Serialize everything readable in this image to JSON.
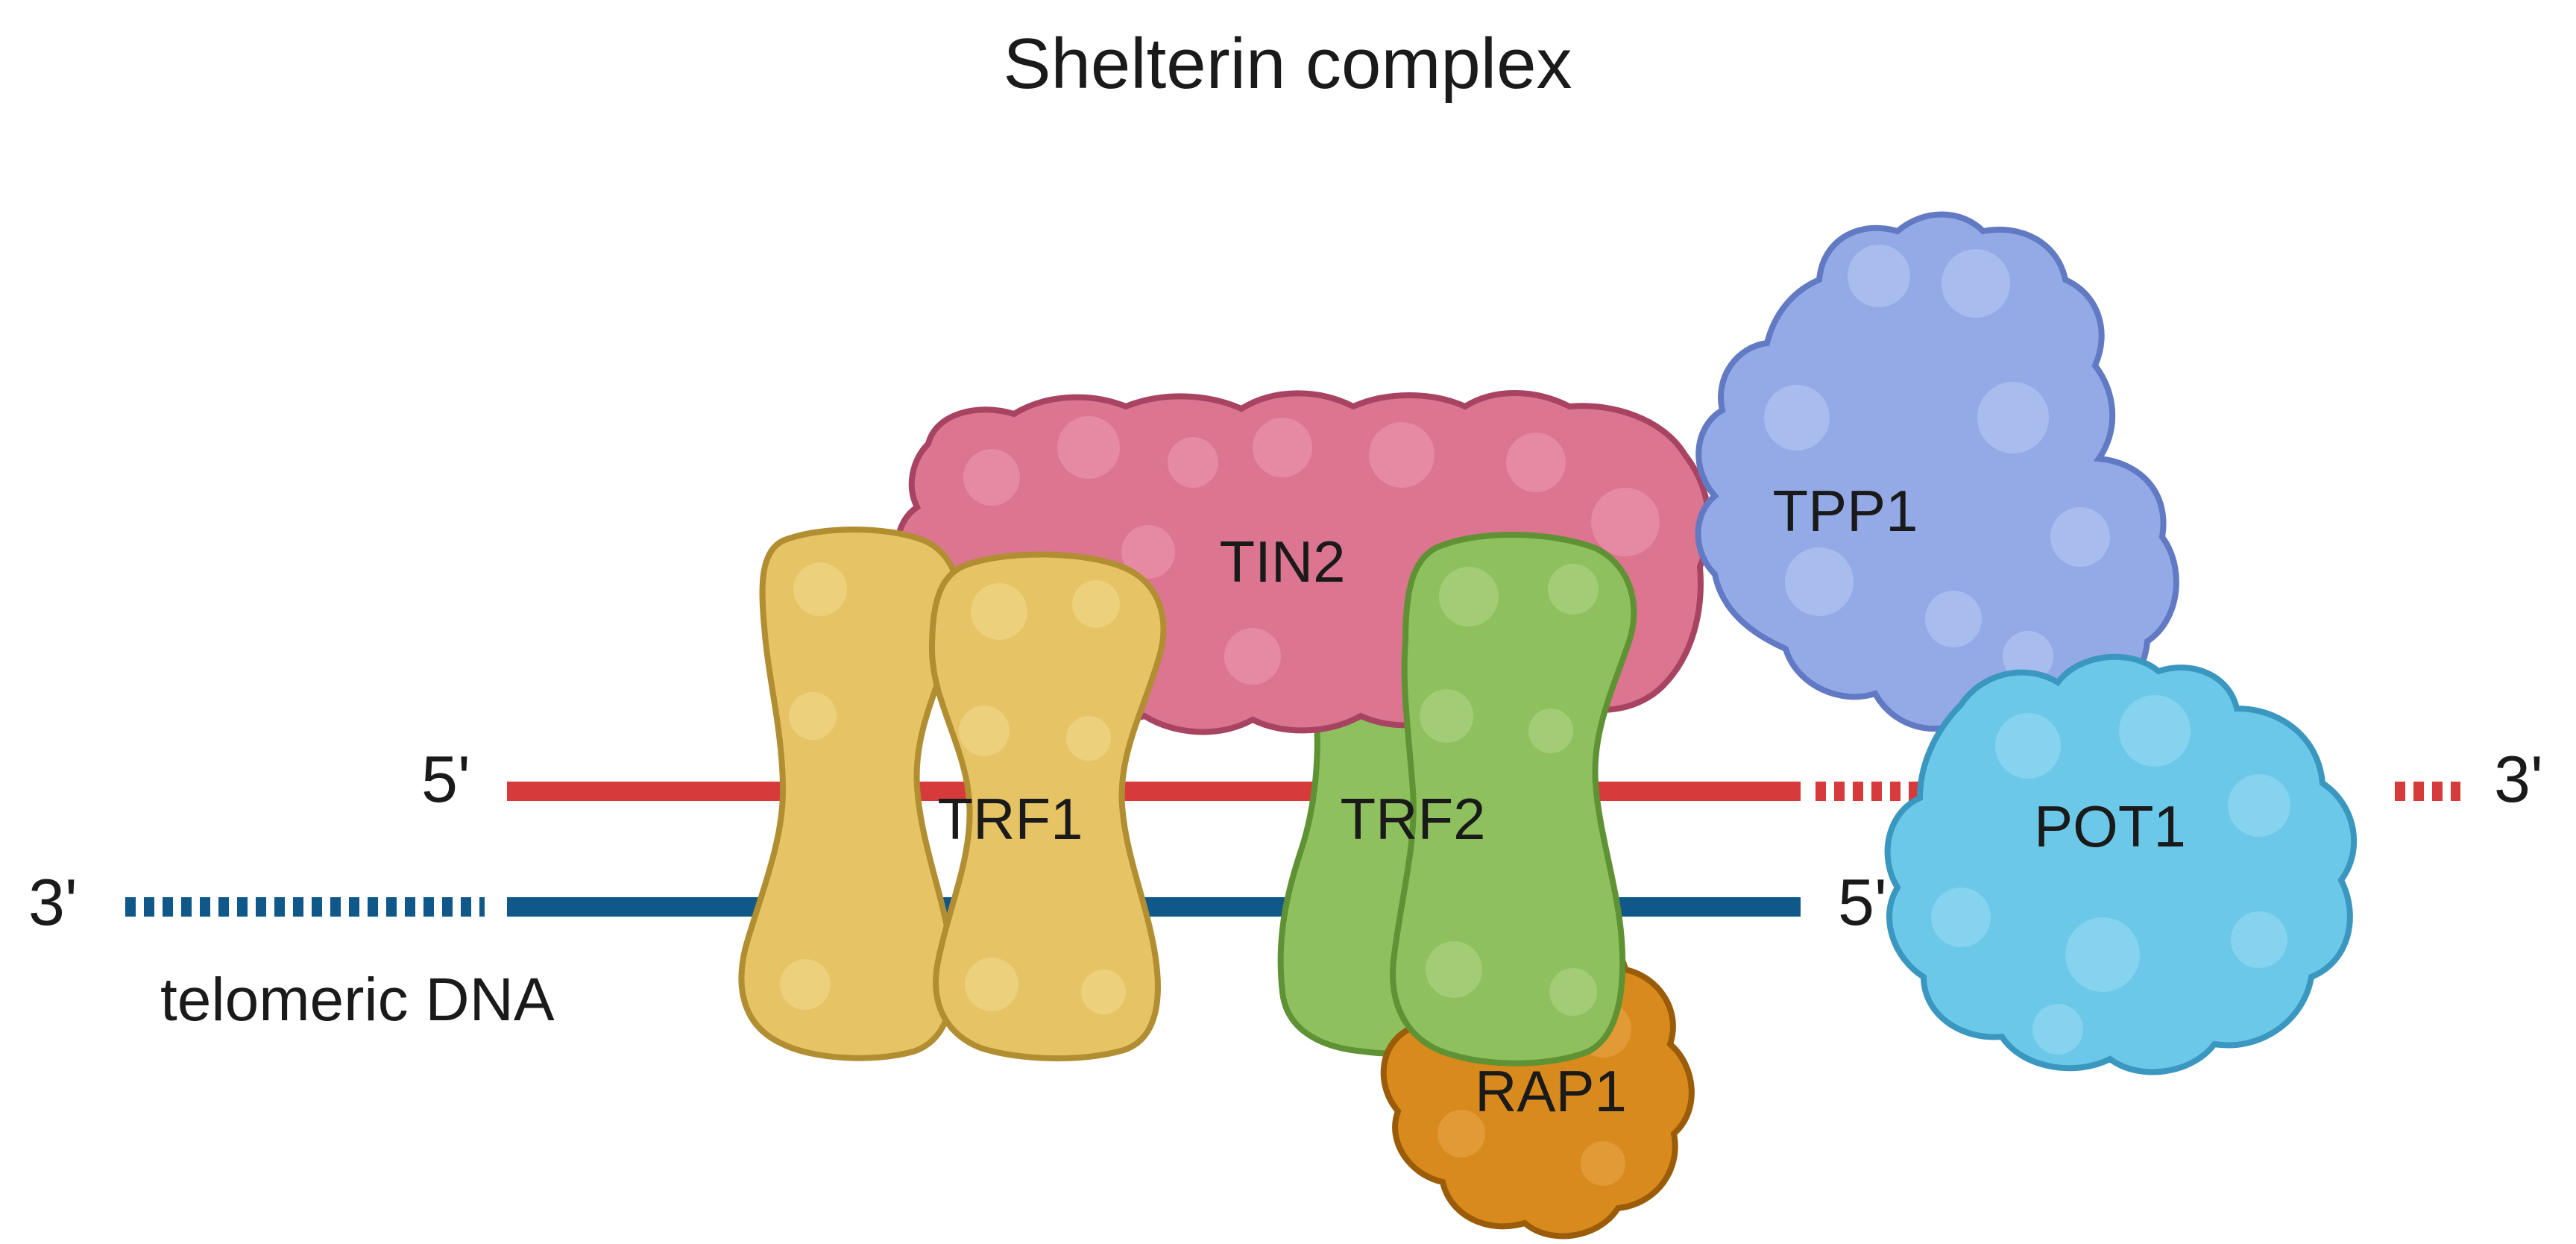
{
  "title": "Shelterin complex",
  "dna": {
    "label": "telomeric DNA",
    "top_strand": {
      "left_end": "5'",
      "right_end": "3'",
      "color": "#d63a3a"
    },
    "bottom_strand": {
      "left_end": "3'",
      "right_end": "5'",
      "color": "#10578a"
    }
  },
  "proteins": [
    {
      "name": "TIN2",
      "fill": "#dc7590",
      "stroke": "#a84462"
    },
    {
      "name": "TPP1",
      "fill": "#94aae6",
      "stroke": "#6279c4"
    },
    {
      "name": "TRF1",
      "fill": "#e6c364",
      "stroke": "#b28e32"
    },
    {
      "name": "TRF2",
      "fill": "#8fc05e",
      "stroke": "#5f9234"
    },
    {
      "name": "RAP1",
      "fill": "#d98a1c",
      "stroke": "#9a5c08"
    },
    {
      "name": "POT1",
      "fill": "#6cc8e8",
      "stroke": "#3a98c0"
    }
  ]
}
